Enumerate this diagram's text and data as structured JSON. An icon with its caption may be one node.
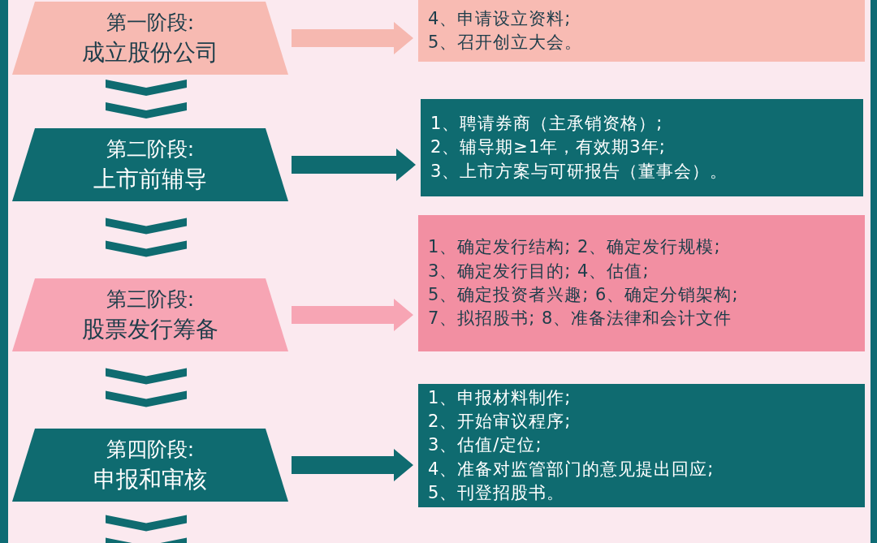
{
  "diagram": {
    "nodes": [
      {
        "text": [
          "第一阶段:",
          "成立股份公司"
        ]
      },
      {
        "text": [
          "4、申请设立资料;",
          "5、召开创立大会。"
        ]
      },
      {
        "text": [
          "第二阶段:",
          "上市前辅导"
        ]
      },
      {
        "text": [
          "1、聘请券商（主承销资格）;",
          "2、辅导期≥1年，有效期3年;",
          "3、上市方案与可研报告（董事会）。"
        ]
      },
      {
        "text": [
          "第三阶段:",
          "股票发行筹备"
        ]
      },
      {
        "text": [
          "1、确定发行结构; 2、确定发行规模;",
          "3、确定发行目的; 4、估值;",
          "5、确定投资者兴趣; 6、确定分销架构;",
          "7、拟招股书; 8、准备法律和会计文件"
        ]
      },
      {
        "text": [
          "第四阶段:",
          "申报和审核"
        ]
      },
      {
        "text": [
          "1、申报材料制作;",
          "2、开始审议程序;",
          "3、估值/定位;",
          "4、准备对监管部门的意见提出回应;",
          "5、刊登招股书。"
        ]
      }
    ],
    "edges": [
      {
        "from": 0,
        "to": 1,
        "arrow": "to",
        "color": "#f6b8b0"
      },
      {
        "from": 0,
        "to": 2,
        "arrow": "to"
      },
      {
        "from": 2,
        "to": 3,
        "arrow": "to"
      },
      {
        "from": 2,
        "to": 4,
        "arrow": "to"
      },
      {
        "from": 4,
        "to": 5,
        "arrow": "to",
        "color": "#f7a5b4"
      },
      {
        "from": 4,
        "to": 6,
        "arrow": "to"
      },
      {
        "from": 6,
        "to": 7,
        "arrow": "to"
      },
      {
        "from": 6,
        "to": null,
        "arrow": "to"
      }
    ]
  }
}
